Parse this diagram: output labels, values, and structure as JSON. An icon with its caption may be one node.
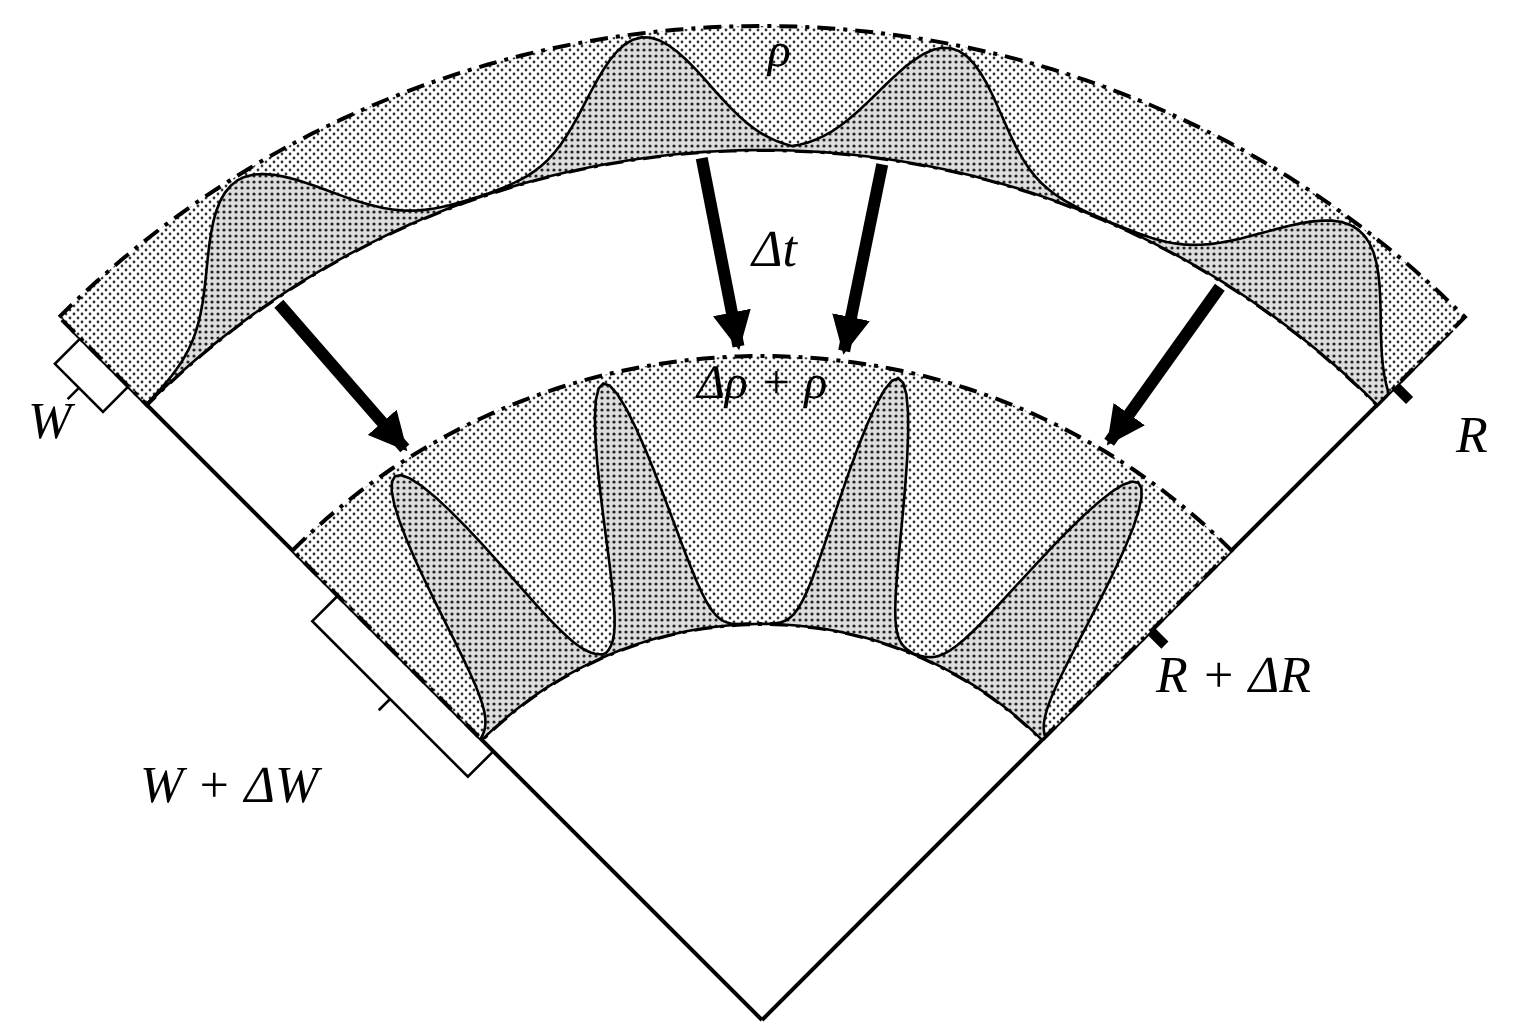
{
  "diagram": {
    "nodes": [
      {
        "text": [
          "ρ"
        ]
      },
      {
        "text": [
          "Δρ + ρ"
        ]
      }
    ],
    "edges": [
      {
        "from": 0,
        "to": 1,
        "arrow": "to"
      },
      {
        "from": 0,
        "to": 1,
        "arrow": "to",
        "label": "Δt"
      },
      {
        "from": 0,
        "to": 1,
        "arrow": "to"
      },
      {
        "from": 0,
        "to": 1,
        "arrow": "to"
      }
    ],
    "labels": [
      "W",
      "R",
      "W + ΔW",
      "R + ΔR"
    ]
  }
}
